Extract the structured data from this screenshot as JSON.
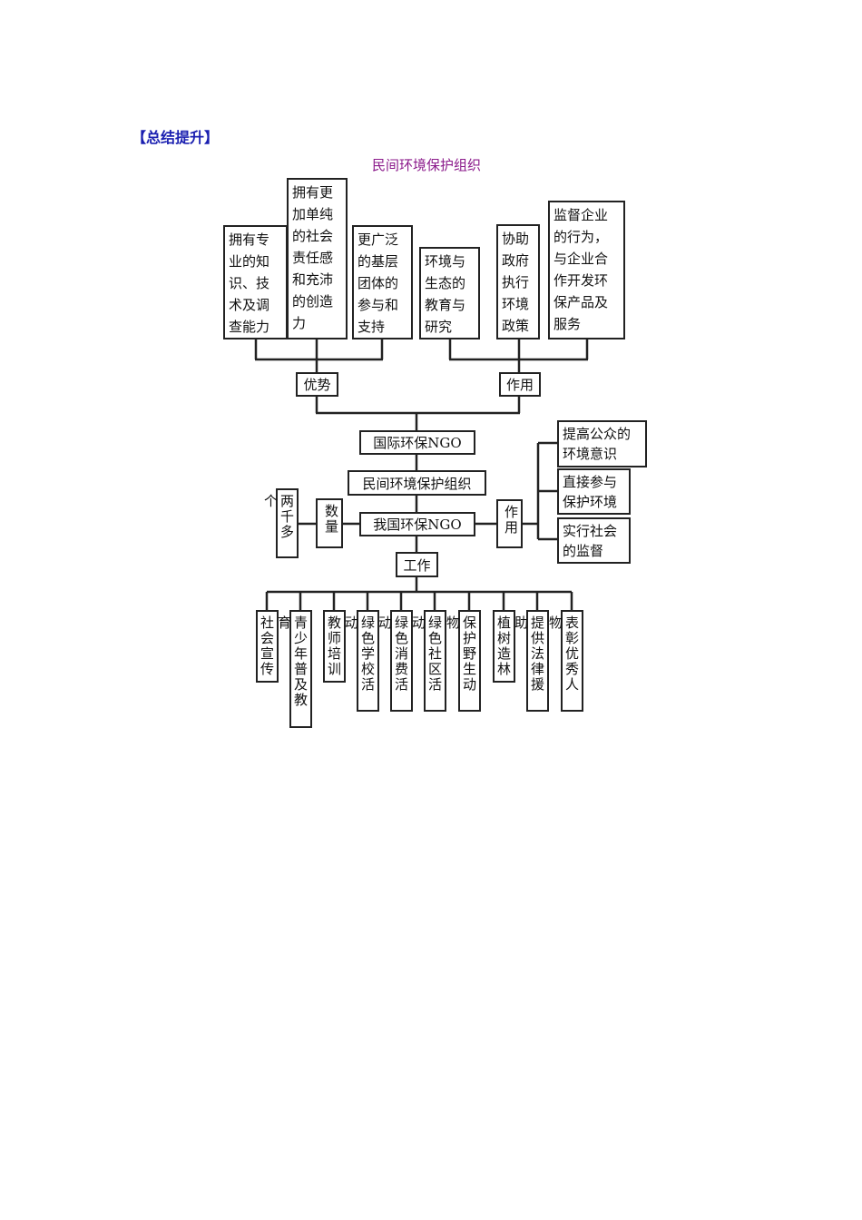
{
  "heading": "【总结提升】",
  "title": "民间环境保护组织",
  "diagram": {
    "advantages": {
      "label": "优势",
      "items": [
        "拥有专业的知识、技术及调查能力",
        "拥有更加单纯的社会责任感和充沛的创造力",
        "更广泛的基层团体的参与和支持"
      ]
    },
    "roles_intl": {
      "label": "作用",
      "items": [
        "环境与生态的教育与研究",
        "协助政府执行环境政策",
        "监督企业的行为，与企业合作开发环保产品及服务"
      ]
    },
    "intl_ngo": "国际环保NGO",
    "center": "民间环境保护组织",
    "domestic_ngo": "我国环保NGO",
    "quantity": {
      "label": "数量",
      "value": "两千多个"
    },
    "roles_domestic": {
      "label": "作用",
      "items": [
        "提高公众的环境意识",
        "直接参与保护环境",
        "实行社会的监督"
      ]
    },
    "work": {
      "label": "工作",
      "items": [
        "社会宣传",
        "青少年普及教育",
        "教师培训",
        "绿色学校活动",
        "绿色消费活动",
        "绿色社区活动",
        "保护野生动物",
        "植树造林",
        "提供法律援助",
        "表彰优秀人物"
      ]
    }
  }
}
